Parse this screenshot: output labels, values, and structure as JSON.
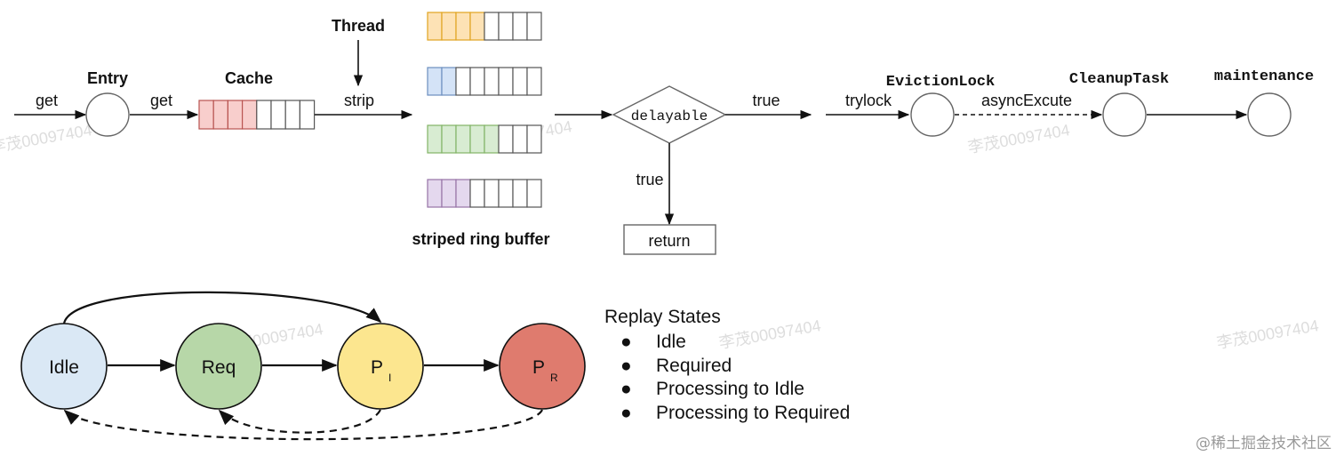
{
  "pipeline": {
    "labels": {
      "get_in": "get",
      "entry": "Entry",
      "get_to_cache": "get",
      "cache": "Cache",
      "thread": "Thread",
      "strip": "strip",
      "buffer_caption": "striped ring buffer",
      "decision": "delayable",
      "true_right": "true",
      "true_down": "true",
      "return_box": "return",
      "trylock": "trylock",
      "eviction_lock": "EvictionLock",
      "async_excute": "asyncExcute",
      "cleanup_task": "CleanupTask",
      "maintenance": "maintenance"
    },
    "buffers": [
      {
        "color_fill": "#fde2b5",
        "color_stroke": "#e0a420",
        "filled_cells": 4,
        "total_cells": 8
      },
      {
        "color_fill": "#d4e3f7",
        "color_stroke": "#6c8ebf",
        "filled_cells": 2,
        "total_cells": 8
      },
      {
        "color_fill": "#d8ecd2",
        "color_stroke": "#82b366",
        "filled_cells": 5,
        "total_cells": 8
      },
      {
        "color_fill": "#e4d8ee",
        "color_stroke": "#9673a6",
        "filled_cells": 3,
        "total_cells": 8
      }
    ],
    "cache_buffer": {
      "color_fill": "#f8cecc",
      "color_stroke": "#b85450",
      "filled_cells": 4,
      "total_cells": 8
    }
  },
  "replay": {
    "states": [
      {
        "id": "idle",
        "label": "Idle",
        "sub": "",
        "color": "#dae8f5"
      },
      {
        "id": "req",
        "label": "Req",
        "sub": "",
        "color": "#b7d7a8"
      },
      {
        "id": "pi",
        "label": "P",
        "sub": "I",
        "color": "#fce68f"
      },
      {
        "id": "pr",
        "label": "P",
        "sub": "R",
        "color": "#df7b6e"
      }
    ],
    "legend": {
      "title": "Replay States",
      "bullet": "●",
      "items": [
        "Idle",
        "Required",
        "Processing to Idle",
        "Processing to Required"
      ]
    }
  },
  "watermarks": [
    "李茂00097404",
    "李茂00097404",
    "李茂00097404",
    "李茂00097404",
    "李茂00097404",
    "李茂00097404"
  ],
  "footer": "@稀土掘金技术社区"
}
